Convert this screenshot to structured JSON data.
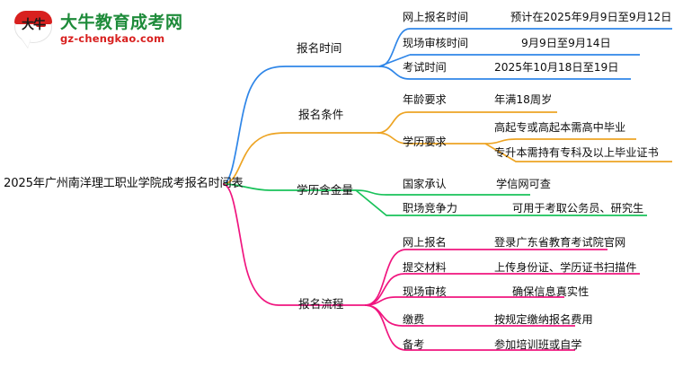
{
  "logo": {
    "mark_text": "大牛",
    "title": "大牛教育成考网",
    "subtitle": "gz-chengkao.com",
    "title_color": "#1e8b3a",
    "subtitle_color": "#d8201f",
    "cap_color": "#d8201f"
  },
  "mindmap": {
    "root": "2025年广州南洋理工职业学院成考报名时间表",
    "branch_colors": {
      "registration_time": "#2f86e8",
      "registration_conditions": "#eda424",
      "degree_value": "#19c25a",
      "registration_process": "#f0157f"
    },
    "branches": [
      {
        "label": "报名时间",
        "color": "#2f86e8",
        "children": [
          {
            "label": "网上报名时间",
            "value": "预计在2025年9月9日至9月12日"
          },
          {
            "label": "现场审核时间",
            "value": "9月9日至9月14日"
          },
          {
            "label": "考试时间",
            "value": "2025年10月18日至19日"
          }
        ]
      },
      {
        "label": "报名条件",
        "color": "#eda424",
        "children": [
          {
            "label": "年龄要求",
            "value": "年满18周岁"
          },
          {
            "label": "学历要求",
            "value": "高起专或高起本需高中毕业",
            "value2": "专升本需持有专科及以上毕业证书"
          }
        ]
      },
      {
        "label": "学历含金量",
        "color": "#19c25a",
        "children": [
          {
            "label": "国家承认",
            "value": "学信网可查"
          },
          {
            "label": "职场竞争力",
            "value": "可用于考取公务员、研究生"
          }
        ]
      },
      {
        "label": "报名流程",
        "color": "#f0157f",
        "children": [
          {
            "label": "网上报名",
            "value": "登录广东省教育考试院官网"
          },
          {
            "label": "提交材料",
            "value": "上传身份证、学历证书扫描件"
          },
          {
            "label": "现场审核",
            "value": "确保信息真实性"
          },
          {
            "label": "缴费",
            "value": "按规定缴纳报名费用"
          },
          {
            "label": "备考",
            "value": "参加培训班或自学"
          }
        ]
      }
    ]
  }
}
